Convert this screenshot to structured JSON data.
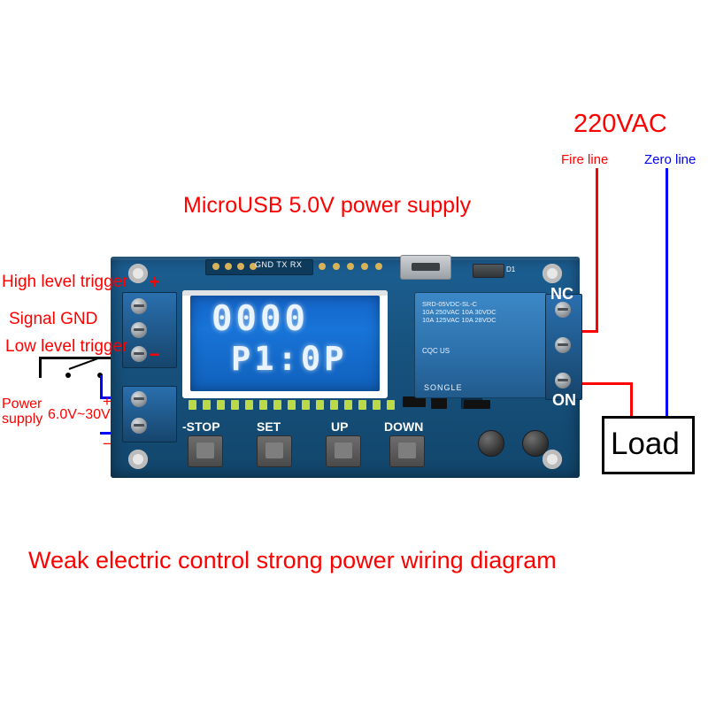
{
  "labels": {
    "title_220vac": "220VAC",
    "fire_line": "Fire line",
    "zero_line": "Zero line",
    "usb_supply": "MicroUSB 5.0V power supply",
    "high_level_trigger": "High level trigger",
    "signal_gnd": "Signal GND",
    "low_level_trigger": "Low level trigger",
    "power_supply": "Power\nsupply",
    "voltage_range": "6.0V~30V",
    "plus_sign": "+",
    "minus_sign": "−",
    "high_plus": "+",
    "low_minus": "−",
    "nc": "NC",
    "on": "ON",
    "load": "Load",
    "caption": "Weak electric control strong power wiring diagram"
  },
  "board": {
    "lcd": {
      "line1": "0000",
      "line2": "P1:0P"
    },
    "buttons": [
      {
        "label": "-STOP"
      },
      {
        "label": "SET"
      },
      {
        "label": "UP"
      },
      {
        "label": "DOWN"
      }
    ],
    "header_label": "GND TX RX",
    "relay": {
      "model": "SRD-05VDC-SL-C",
      "spec_lines": [
        "10A 250VAC  10A 30VDC",
        "10A 125VAC  10A 28VDC"
      ],
      "brand": "SONGLE",
      "marks": "CQC  US"
    },
    "diode_label": "D1"
  },
  "colors": {
    "red": "#ff0000",
    "blue": "#0000ff",
    "black": "#000000",
    "board_blue": "#175381",
    "lcd_blue": "#1464c8"
  }
}
